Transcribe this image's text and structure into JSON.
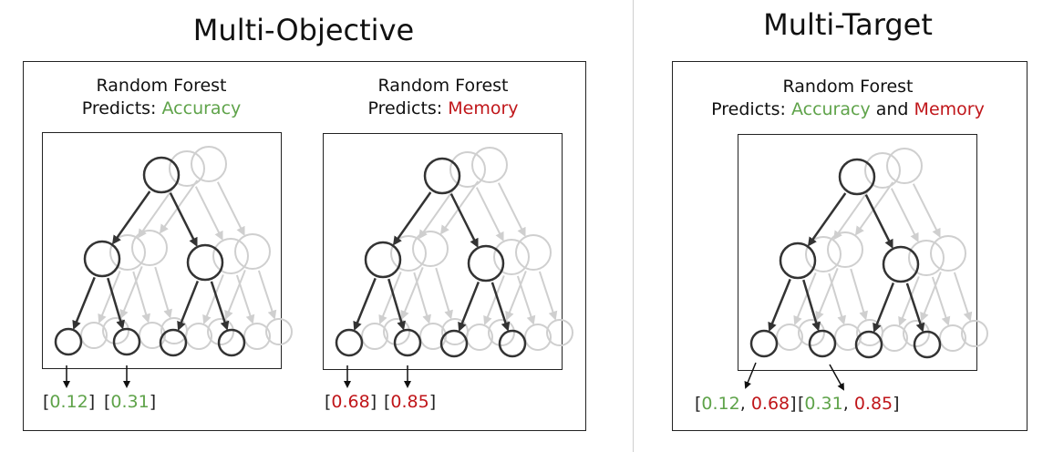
{
  "left_title": "Multi-Objective",
  "right_title": "Multi-Target",
  "panels": [
    {
      "line1": "Random Forest",
      "predicts_label": "Predicts:",
      "target1": "Accuracy",
      "values": [
        {
          "open": "[",
          "v1": "0.12",
          "close": "]"
        },
        {
          "open": "[",
          "v1": "0.31",
          "close": "]"
        }
      ]
    },
    {
      "line1": "Random Forest",
      "predicts_label": "Predicts:",
      "target1": "Memory",
      "values": [
        {
          "open": "[",
          "v1": "0.68",
          "close": "]"
        },
        {
          "open": "[",
          "v1": "0.85",
          "close": "]"
        }
      ]
    },
    {
      "line1": "Random Forest",
      "predicts_label": "Predicts:",
      "target1": "Accuracy",
      "conj": "and",
      "target2": "Memory",
      "values": [
        {
          "open": "[",
          "v1": "0.12",
          "sep": ",",
          "v2": "0.68",
          "close": "]"
        },
        {
          "open": "[",
          "v1": "0.31",
          "sep": ",",
          "v2": "0.85",
          "close": "]"
        }
      ]
    }
  ],
  "colors": {
    "accuracy": "#5fa34a",
    "memory": "#c0161a",
    "tree_dark": "#333333",
    "tree_faded": "#cfcfcf"
  }
}
